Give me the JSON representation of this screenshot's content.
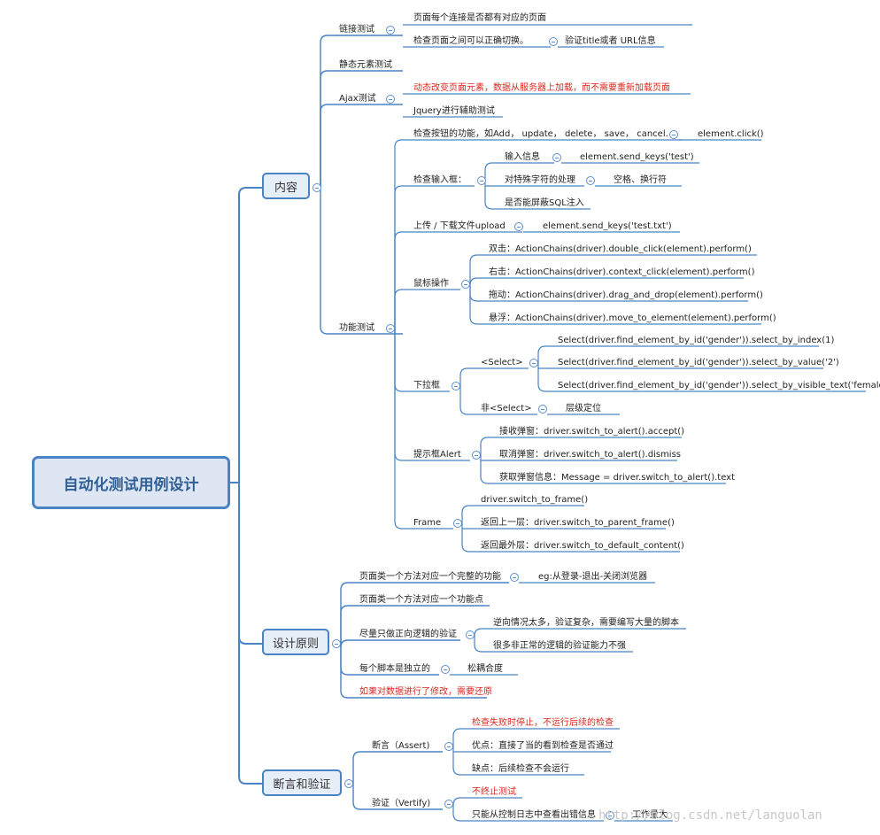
{
  "root": "自动化测试用例设计",
  "branches": {
    "content": "内容",
    "design": "设计原则",
    "assert_verify": "断言和验证"
  },
  "content": {
    "link_test": "链接测试",
    "link_children": [
      "页面每个连接是否都有对应的页面",
      "检查页面之间可以正确切换。"
    ],
    "link_leaf": "验证title或者 URL信息",
    "static_test": "静态元素测试",
    "ajax_test": "Ajax测试",
    "ajax_children": [
      "动态改变页面元素，数据从服务器上加载，而不需要重新加载页面",
      "Jquery进行辅助测试"
    ],
    "func_test": "功能测试",
    "button_check": "检查按钮的功能，如Add，  update，  delete，  save，  cancel.",
    "button_leaf": "element.click()",
    "input_box": "检查输入框：",
    "input_info": "输入信息",
    "input_info_leaf": "element.send_keys('test')",
    "special_chars": "对特殊字符的处理",
    "special_chars_leaf": "空格、换行符",
    "sql_inject": "是否能屏蔽SQL注入",
    "upload": "上传 / 下载文件upload",
    "upload_leaf": "element.send_keys('test.txt')",
    "mouse": "鼠标操作",
    "mouse_items": [
      "双击：ActionChains(driver).double_click(element).perform()",
      "右击：ActionChains(driver).context_click(element).perform()",
      "拖动：ActionChains(driver).drag_and_drop(element).perform()",
      "悬浮：ActionChains(driver).move_to_element(element).perform()"
    ],
    "dropdown": "下拉框",
    "select": "<Select>",
    "select_items": [
      "Select(driver.find_element_by_id('gender')).select_by_index(1)",
      "Select(driver.find_element_by_id('gender')).select_by_value('2')",
      "Select(driver.find_element_by_id('gender')).select_by_visible_text('female')"
    ],
    "non_select": "非<Select>",
    "non_select_leaf": "层级定位",
    "alert": "提示框Alert",
    "alert_items": [
      "接收弹窗：driver.switch_to_alert().accept()",
      "取消弹窗：driver.switch_to_alert().dismiss",
      "获取弹窗信息：Message = driver.switch_to_alert().text"
    ],
    "frame": "Frame",
    "frame_items": [
      "driver.switch_to_frame()",
      "返回上一层：driver.switch_to_parent_frame()",
      "返回最外层：driver.switch_to_default_content()"
    ]
  },
  "design": {
    "p1": "页面类一个方法对应一个完整的功能",
    "p1_leaf": "eg:从登录-退出-关闭浏览器",
    "p2": "页面类一个方法对应一个功能点",
    "p3": "尽量只做正向逻辑的验证",
    "p3_items": [
      "逆向情况太多，验证复杂，需要编写大量的脚本",
      "很多非正常的逻辑的验证能力不强"
    ],
    "p4": "每个脚本是独立的",
    "p4_leaf": "松耦合度",
    "p5": "如果对数据进行了修改，需要还原"
  },
  "assert_verify": {
    "assert": "断言（Assert)",
    "assert_items": [
      "检查失败时停止，不运行后续的检查",
      "优点：直接了当的看到检查是否通过",
      "缺点：后续检查不会运行"
    ],
    "verify": "验证（Vertify)",
    "verify_items": [
      "不终止测试",
      "只能从控制日志中查看出错信息"
    ],
    "verify_leaf": "工作量大"
  },
  "watermark": "http://blog.csdn.net/languolan",
  "colors": {
    "line": "#4a83c4",
    "accent_red": "#e0261e",
    "root_fill": "#dde6f2"
  }
}
